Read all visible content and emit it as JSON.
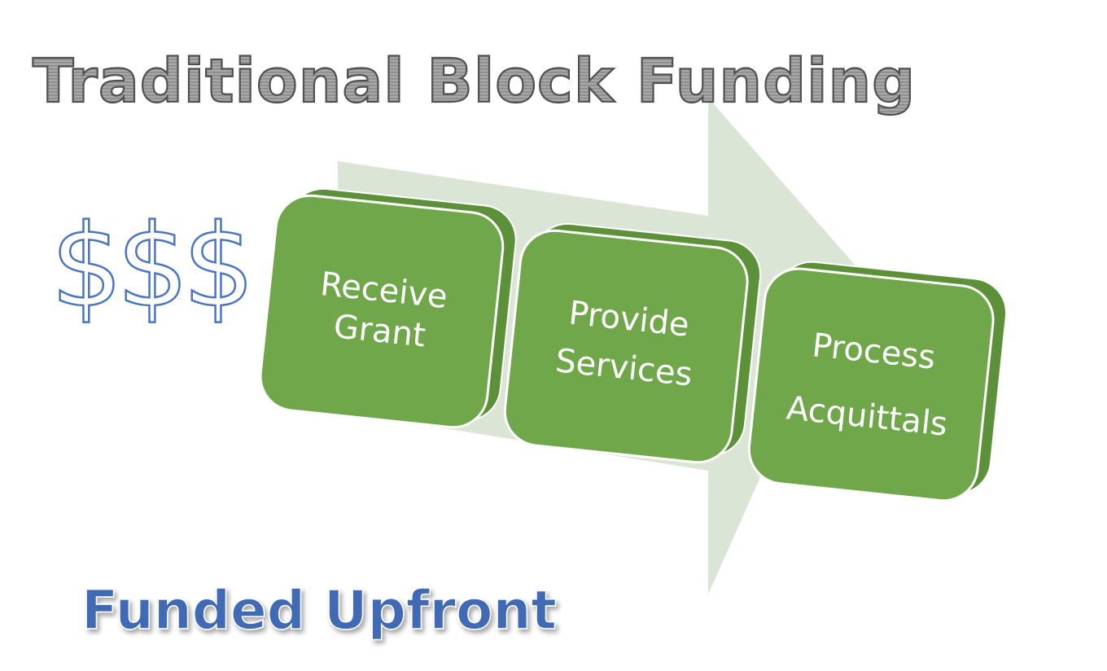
{
  "title": "Traditional Block Funding",
  "money_symbol": "$$$",
  "subtitle": "Funded Upfront",
  "steps": [
    {
      "lines": [
        "Receive",
        "Grant"
      ]
    },
    {
      "lines": [
        "Provide",
        "Services"
      ]
    },
    {
      "lines": [
        "Process",
        "Acquittals"
      ]
    }
  ],
  "colors": {
    "title_fill": "#9a9a9a",
    "title_stroke": "#5a5a5a",
    "dollar_stroke": "#4a74c4",
    "subtitle_fill": "#3f6ab3",
    "step_fill": "#70a74a",
    "step_side": "#5d9139",
    "arrow_fill": "#d8e4d3"
  }
}
